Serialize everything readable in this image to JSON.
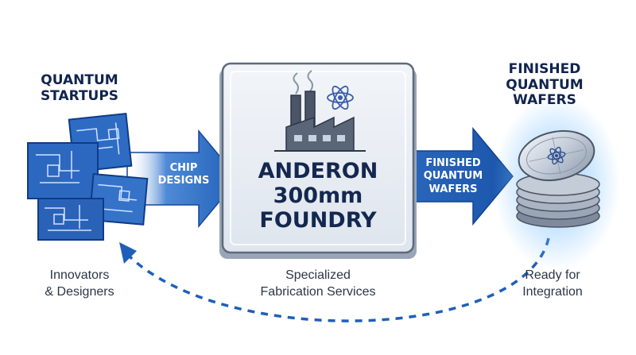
{
  "nodes": {
    "startups": {
      "heading_line1": "QUANTUM",
      "heading_line2": "STARTUPS",
      "caption_line1": "Innovators",
      "caption_line2": "& Designers"
    },
    "foundry": {
      "title_line1": "ANDERON",
      "title_line2": "300mm",
      "title_line3": "FOUNDRY",
      "caption_line1": "Specialized",
      "caption_line2": "Fabrication Services"
    },
    "wafers": {
      "heading_line1": "FINISHED",
      "heading_line2": "QUANTUM",
      "heading_line3": "WAFERS",
      "caption_line1": "Ready for",
      "caption_line2": "Integration"
    }
  },
  "edges": {
    "chip_designs": {
      "line1": "CHIP",
      "line2": "DESIGNS"
    },
    "finished_wafers": {
      "line1": "FINISHED",
      "line2": "QUANTUM",
      "line3": "WAFERS"
    }
  },
  "icons": {
    "blueprint": "blueprint-stack-icon",
    "factory": "factory-icon",
    "atom": "atom-icon",
    "wafer": "wafer-stack-icon"
  },
  "colors": {
    "primary_blue": "#1e5bb0",
    "arrow_blue": "#1f5fb8",
    "navy_text": "#10244d",
    "panel_grey": "#dfe5ee"
  }
}
